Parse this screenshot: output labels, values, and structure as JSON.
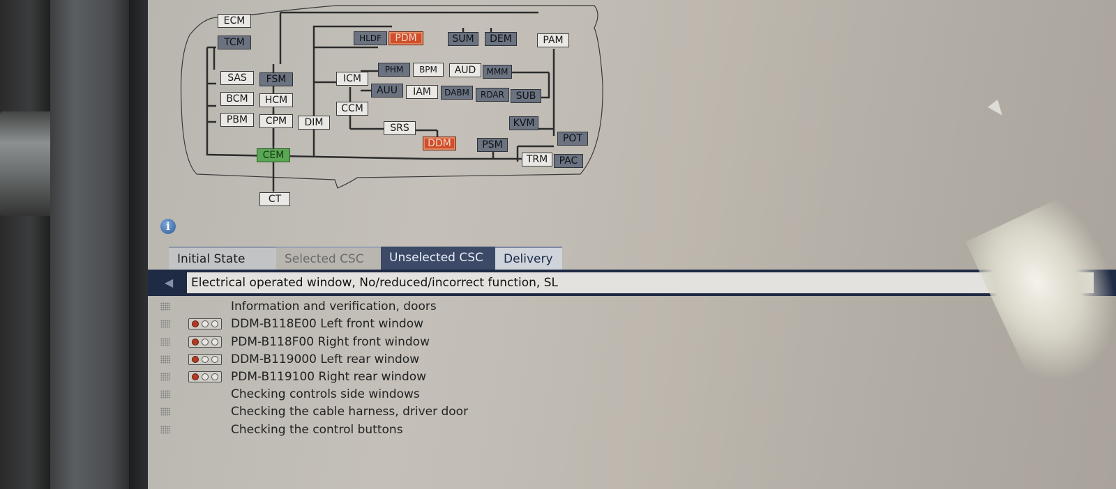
{
  "topology": {
    "nodes": [
      {
        "label": "ECM",
        "style": "light"
      },
      {
        "label": "TCM",
        "style": "dark"
      },
      {
        "label": "SAS",
        "style": "light"
      },
      {
        "label": "FSM",
        "style": "dark"
      },
      {
        "label": "BCM",
        "style": "light"
      },
      {
        "label": "HCM",
        "style": "light"
      },
      {
        "label": "PBM",
        "style": "light"
      },
      {
        "label": "CPM",
        "style": "light"
      },
      {
        "label": "DIM",
        "style": "light"
      },
      {
        "label": "CEM",
        "style": "green"
      },
      {
        "label": "CT",
        "style": "light"
      },
      {
        "label": "HLDF",
        "style": "dark"
      },
      {
        "label": "PDM",
        "style": "red"
      },
      {
        "label": "SUM",
        "style": "dark"
      },
      {
        "label": "DEM",
        "style": "dark"
      },
      {
        "label": "PAM",
        "style": "light"
      },
      {
        "label": "PHM",
        "style": "dark"
      },
      {
        "label": "BPM",
        "style": "light"
      },
      {
        "label": "AUD",
        "style": "light"
      },
      {
        "label": "MMM",
        "style": "dark"
      },
      {
        "label": "ICM",
        "style": "light"
      },
      {
        "label": "AUU",
        "style": "dark"
      },
      {
        "label": "IAM",
        "style": "light"
      },
      {
        "label": "DABM",
        "style": "dark"
      },
      {
        "label": "RDAR",
        "style": "dark"
      },
      {
        "label": "SUB",
        "style": "dark"
      },
      {
        "label": "CCM",
        "style": "light"
      },
      {
        "label": "SRS",
        "style": "light"
      },
      {
        "label": "DDM",
        "style": "red"
      },
      {
        "label": "PSM",
        "style": "dark"
      },
      {
        "label": "KVM",
        "style": "dark"
      },
      {
        "label": "POT",
        "style": "dark"
      },
      {
        "label": "TRM",
        "style": "light"
      },
      {
        "label": "PAC",
        "style": "dark"
      }
    ]
  },
  "tabs": [
    {
      "label": "Initial State"
    },
    {
      "label": "Selected CSC"
    },
    {
      "label": "Unselected CSC",
      "active": true
    },
    {
      "label": "Delivery"
    }
  ],
  "csc": {
    "title": "Electrical operated window, No/reduced/incorrect function, SL",
    "items": [
      {
        "text": "Information and verification, doors",
        "dtc": false
      },
      {
        "text": "DDM-B118E00 Left front window",
        "dtc": true
      },
      {
        "text": "PDM-B118F00 Right front window",
        "dtc": true
      },
      {
        "text": "DDM-B119000 Left rear window",
        "dtc": true
      },
      {
        "text": "PDM-B119100 Right rear window",
        "dtc": true
      },
      {
        "text": "Checking controls side windows",
        "dtc": false
      },
      {
        "text": "Checking the cable harness, driver door",
        "dtc": false
      },
      {
        "text": "Checking the control buttons",
        "dtc": false
      }
    ]
  },
  "colors": {
    "screen": "#bdb7ae",
    "active_tab": "#3c4a68",
    "title_bar": "#1f2a44",
    "fault_module": "#d14e2a",
    "gateway_module": "#5aa654"
  },
  "icons": [
    "info-icon",
    "back-arrow-icon",
    "drag-handle-icon",
    "dtc-status-icon",
    "mouse-cursor-icon"
  ]
}
